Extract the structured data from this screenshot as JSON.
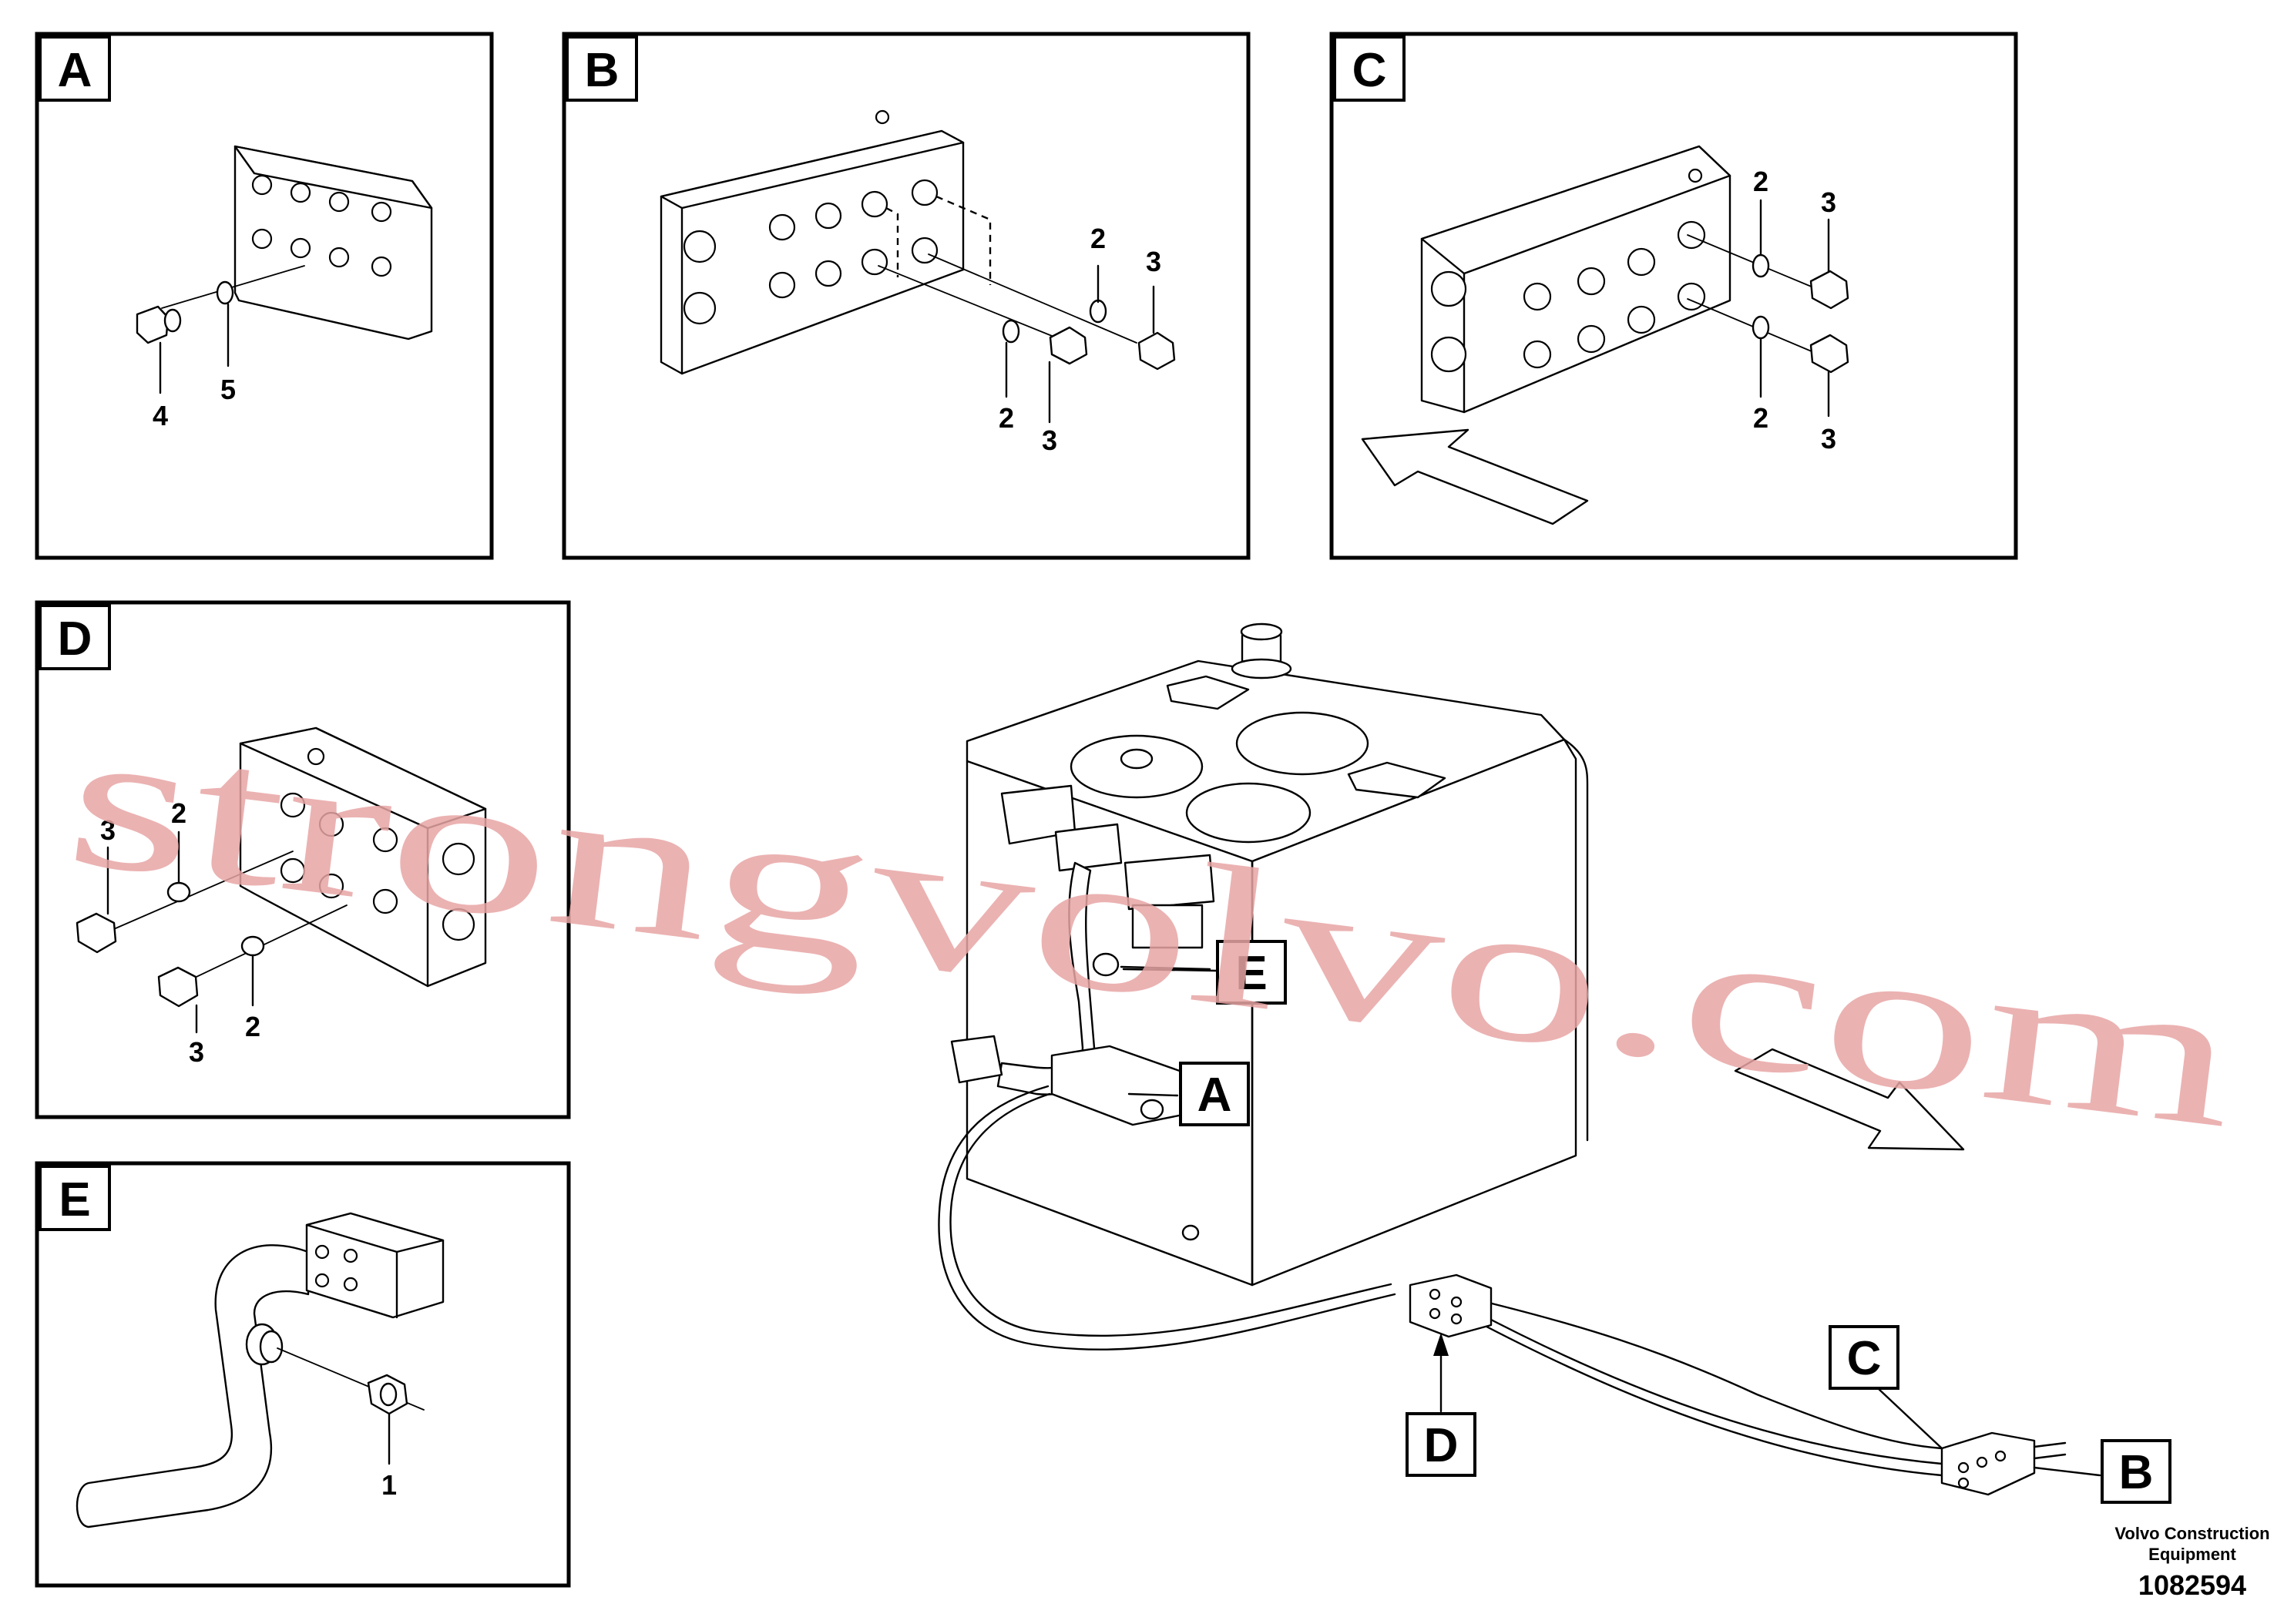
{
  "panels": {
    "A": {
      "label": "A",
      "callouts": [
        "4",
        "5"
      ]
    },
    "B": {
      "label": "B",
      "callouts": [
        "2",
        "3",
        "2",
        "3"
      ]
    },
    "C": {
      "label": "C",
      "callouts": [
        "2",
        "3",
        "2",
        "3"
      ]
    },
    "D": {
      "label": "D",
      "callouts": [
        "2",
        "3",
        "3",
        "2"
      ]
    },
    "E": {
      "label": "E",
      "callouts": [
        "1"
      ]
    }
  },
  "main_callouts": {
    "A": "A",
    "B": "B",
    "C": "C",
    "D": "D",
    "E": "E"
  },
  "footer": {
    "line1": "Volvo Construction",
    "line2": "Equipment",
    "ref": "1082594"
  },
  "watermark": "strongvolvo.com"
}
